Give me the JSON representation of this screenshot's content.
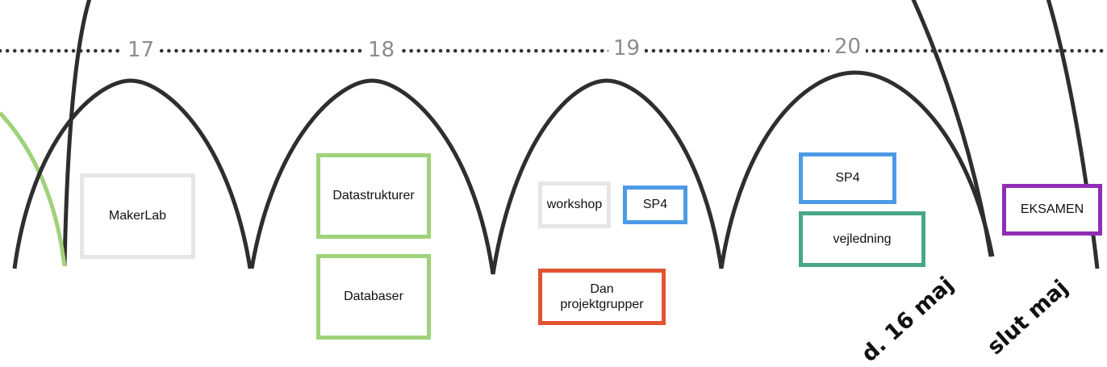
{
  "weeks": [
    "17",
    "18",
    "19",
    "20"
  ],
  "boxes": {
    "makerlab": {
      "label": "MakerLab",
      "color": "#e6e6e6"
    },
    "datastrukturer": {
      "label": "Datastrukturer",
      "color": "#9fd27a"
    },
    "databaser": {
      "label": "Databaser",
      "color": "#9fd27a"
    },
    "workshop": {
      "label": "workshop",
      "color": "#e6e6e6"
    },
    "sp4_week19": {
      "label": "SP4",
      "color": "#4d9be6"
    },
    "dan_projektgrupper": {
      "label": "Dan projektgrupper",
      "color": "#e2532f"
    },
    "sp4_week20": {
      "label": "SP4",
      "color": "#4d9be6"
    },
    "vejledning": {
      "label": "vejledning",
      "color": "#4aa68a"
    },
    "eksamen": {
      "label": "EKSAMEN",
      "color": "#8e2eb5"
    }
  },
  "date_labels": {
    "may16": "d. 16 maj",
    "end_of_may": "slut maj"
  },
  "colors": {
    "arc": "#2e2e2e",
    "timeline": "#333333",
    "green_arc": "#9fd27a"
  }
}
